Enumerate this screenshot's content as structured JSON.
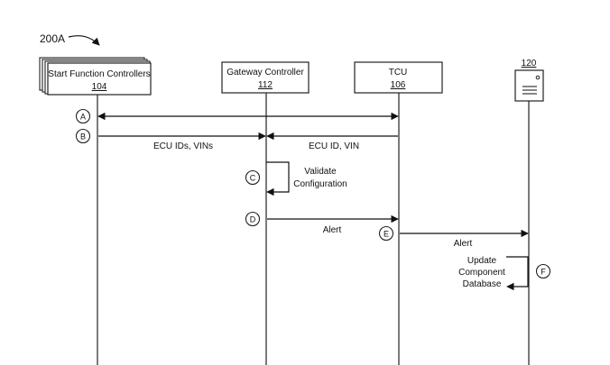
{
  "figure": {
    "label": "200A"
  },
  "participants": {
    "sfc": {
      "title": "Start Function Controllers",
      "ref": "104"
    },
    "gw": {
      "title": "Gateway Controller",
      "ref": "112"
    },
    "tcu": {
      "title": "TCU",
      "ref": "106"
    },
    "server": {
      "ref": "120"
    }
  },
  "steps": {
    "a": {
      "marker": "A"
    },
    "b": {
      "marker": "B",
      "left_label": "ECU IDs, VINs",
      "right_label": "ECU ID, VIN"
    },
    "c": {
      "marker": "C",
      "label_lines": [
        "Validate",
        "Configuration"
      ]
    },
    "d": {
      "marker": "D",
      "label": "Alert"
    },
    "e": {
      "marker": "E",
      "label": "Alert"
    },
    "f": {
      "marker": "F",
      "label_lines": [
        "Update",
        "Component",
        "Database"
      ]
    }
  }
}
